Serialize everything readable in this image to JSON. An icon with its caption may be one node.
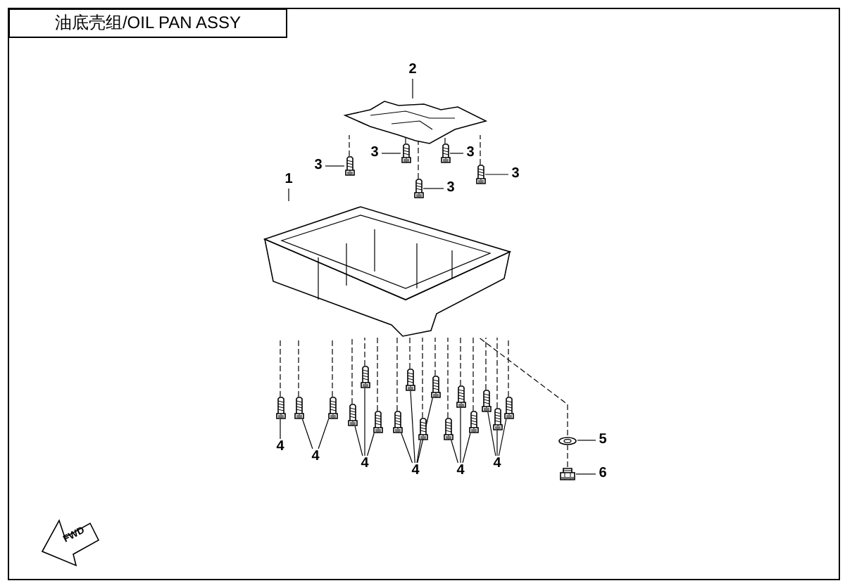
{
  "diagram": {
    "title": "油底壳组/OIL PAN ASSY",
    "nodes": [
      {
        "text": [
          "2"
        ]
      },
      {
        "text": [],
        "shape": "picture"
      },
      {
        "text": [
          "1"
        ]
      },
      {
        "text": [],
        "shape": "picture"
      },
      {
        "text": [
          "3"
        ]
      },
      {
        "text": [
          "3"
        ]
      },
      {
        "text": [
          "3"
        ]
      },
      {
        "text": [
          "3"
        ]
      },
      {
        "text": [
          "3"
        ]
      },
      {
        "text": [],
        "shape": "picture"
      },
      {
        "text": [],
        "shape": "picture"
      },
      {
        "text": [],
        "shape": "picture"
      },
      {
        "text": [],
        "shape": "picture"
      },
      {
        "text": [],
        "shape": "picture"
      },
      {
        "text": [
          "4"
        ]
      },
      {
        "text": [
          "4"
        ]
      },
      {
        "text": [
          "4"
        ]
      },
      {
        "text": [
          "4"
        ]
      },
      {
        "text": [
          "4"
        ]
      },
      {
        "text": [
          "4"
        ]
      },
      {
        "text": [],
        "shape": "picture"
      },
      {
        "text": [],
        "shape": "picture"
      },
      {
        "text": [],
        "shape": "picture"
      },
      {
        "text": [],
        "shape": "picture"
      },
      {
        "text": [],
        "shape": "picture"
      },
      {
        "text": [],
        "shape": "picture"
      },
      {
        "text": [],
        "shape": "picture"
      },
      {
        "text": [],
        "shape": "picture"
      },
      {
        "text": [],
        "shape": "picture"
      },
      {
        "text": [],
        "shape": "picture"
      },
      {
        "text": [],
        "shape": "picture"
      },
      {
        "text": [],
        "shape": "picture"
      },
      {
        "text": [],
        "shape": "picture"
      },
      {
        "text": [],
        "shape": "picture"
      },
      {
        "text": [],
        "shape": "picture"
      },
      {
        "text": [],
        "shape": "picture"
      },
      {
        "text": [
          "5"
        ]
      },
      {
        "text": [],
        "shape": "picture"
      },
      {
        "text": [
          "6"
        ]
      },
      {
        "text": [],
        "shape": "picture"
      }
    ],
    "edges": [
      {
        "from": 0,
        "to": 1,
        "arrow": "none"
      },
      {
        "from": 2,
        "to": 3,
        "arrow": "none"
      },
      {
        "from": 4,
        "to": 9,
        "arrow": "none"
      },
      {
        "from": 5,
        "to": 10,
        "arrow": "none"
      },
      {
        "from": 6,
        "to": 11,
        "arrow": "none"
      },
      {
        "from": 7,
        "to": 12,
        "arrow": "none"
      },
      {
        "from": 8,
        "to": 13,
        "arrow": "none"
      },
      {
        "from": 14,
        "to": 20,
        "arrow": "none"
      },
      {
        "from": 15,
        "to": 21,
        "arrow": "none"
      },
      {
        "from": 15,
        "to": 22,
        "arrow": "none"
      },
      {
        "from": 16,
        "to": 23,
        "arrow": "none"
      },
      {
        "from": 16,
        "to": 24,
        "arrow": "none"
      },
      {
        "from": 16,
        "to": 25,
        "arrow": "none"
      },
      {
        "from": 17,
        "to": 26,
        "arrow": "none"
      },
      {
        "from": 17,
        "to": 27,
        "arrow": "none"
      },
      {
        "from": 17,
        "to": 28,
        "arrow": "none"
      },
      {
        "from": 17,
        "to": 29,
        "arrow": "none"
      },
      {
        "from": 18,
        "to": 30,
        "arrow": "none"
      },
      {
        "from": 18,
        "to": 31,
        "arrow": "none"
      },
      {
        "from": 18,
        "to": 32,
        "arrow": "none"
      },
      {
        "from": 19,
        "to": 33,
        "arrow": "none"
      },
      {
        "from": 19,
        "to": 34,
        "arrow": "none"
      },
      {
        "from": 19,
        "to": 35,
        "arrow": "none"
      },
      {
        "from": 36,
        "to": 37,
        "arrow": "none"
      },
      {
        "from": 38,
        "to": 39,
        "arrow": "none"
      },
      {
        "from": 9,
        "to": 1,
        "arrow": "none",
        "style": "dashed"
      },
      {
        "from": 10,
        "to": 1,
        "arrow": "none",
        "style": "dashed"
      },
      {
        "from": 11,
        "to": 1,
        "arrow": "none",
        "style": "dashed"
      },
      {
        "from": 12,
        "to": 1,
        "arrow": "none",
        "style": "dashed"
      },
      {
        "from": 13,
        "to": 1,
        "arrow": "none",
        "style": "dashed"
      },
      {
        "from": 20,
        "to": 3,
        "arrow": "none",
        "style": "dashed"
      },
      {
        "from": 21,
        "to": 3,
        "arrow": "none",
        "style": "dashed"
      },
      {
        "from": 22,
        "to": 3,
        "arrow": "none",
        "style": "dashed"
      },
      {
        "from": 23,
        "to": 3,
        "arrow": "none",
        "style": "dashed"
      },
      {
        "from": 24,
        "to": 3,
        "arrow": "none",
        "style": "dashed"
      },
      {
        "from": 25,
        "to": 3,
        "arrow": "none",
        "style": "dashed"
      },
      {
        "from": 26,
        "to": 3,
        "arrow": "none",
        "style": "dashed"
      },
      {
        "from": 27,
        "to": 3,
        "arrow": "none",
        "style": "dashed"
      },
      {
        "from": 28,
        "to": 3,
        "arrow": "none",
        "style": "dashed"
      },
      {
        "from": 29,
        "to": 3,
        "arrow": "none",
        "style": "dashed"
      },
      {
        "from": 30,
        "to": 3,
        "arrow": "none",
        "style": "dashed"
      },
      {
        "from": 31,
        "to": 3,
        "arrow": "none",
        "style": "dashed"
      },
      {
        "from": 32,
        "to": 3,
        "arrow": "none",
        "style": "dashed"
      },
      {
        "from": 33,
        "to": 3,
        "arrow": "none",
        "style": "dashed"
      },
      {
        "from": 34,
        "to": 3,
        "arrow": "none",
        "style": "dashed"
      },
      {
        "from": 35,
        "to": 3,
        "arrow": "none",
        "style": "dashed"
      },
      {
        "from": 37,
        "to": 3,
        "arrow": "none",
        "style": "dashed"
      },
      {
        "from": 39,
        "to": 37,
        "arrow": "none",
        "style": "dashed"
      }
    ],
    "labels": [
      "FWD"
    ]
  }
}
